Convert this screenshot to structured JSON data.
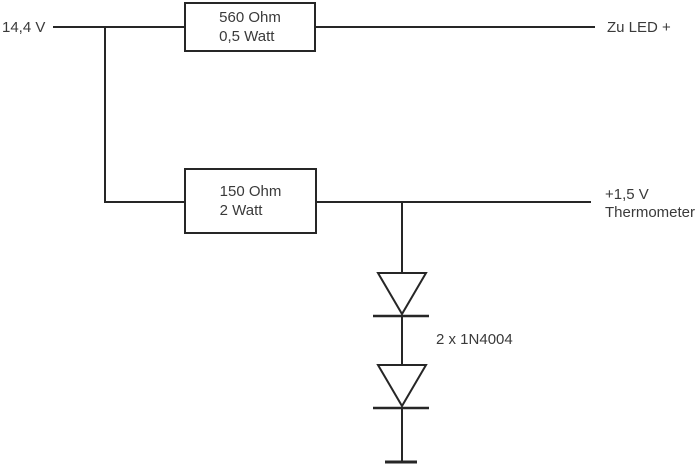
{
  "colors": {
    "wire": "#262626",
    "text": "#3a3a3a",
    "background": "#ffffff"
  },
  "labels": {
    "input_voltage": "14,4 V",
    "output_led": "Zu LED +",
    "output_thermometer_line1": "+1,5 V",
    "output_thermometer_line2": "Thermometer",
    "diodes": "2 x 1N4004"
  },
  "components": {
    "resistor_560": {
      "value": "560 Ohm",
      "power": "0,5 Watt"
    },
    "resistor_150": {
      "value": "150 Ohm",
      "power": "2 Watt"
    }
  }
}
